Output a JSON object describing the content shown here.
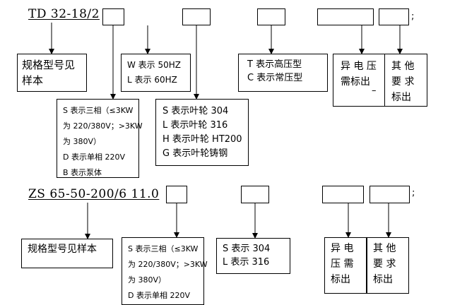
{
  "diagram_1": {
    "model_code": "TD 32-18/2",
    "terminator": ";",
    "box_model_ref": [
      "规格型号见",
      "样本"
    ],
    "box_frequency": [
      "W 表示 50HZ",
      "L 表示 60HZ"
    ],
    "box_pressure": [
      "T 表示高压型",
      "C 表示常压型"
    ],
    "box_special_pressure": [
      "异 电 压",
      "需标出"
    ],
    "box_special_pressure_mark": "–",
    "box_other_requirements": [
      "其   他",
      "要   求",
      "标出"
    ],
    "box_motor": [
      "S 表示三相（≤3KW",
      "为 220/380V；>3KW",
      "为 380V）",
      "D 表示单相 220V",
      "B 表示泵体"
    ],
    "box_impeller": [
      "S 表示叶轮 304",
      "L 表示叶轮 316",
      "H 表示叶轮 HT200",
      "G 表示叶轮铸钢"
    ]
  },
  "diagram_2": {
    "model_code": "ZS 65-50-200/6 11.0",
    "terminator": ";",
    "box_model_ref": [
      "规格型号见样本"
    ],
    "box_motor": [
      "S 表示三相（≤3KW",
      "为 220/380V；>3KW",
      "为 380V）",
      "D 表示单相 220V"
    ],
    "box_material": [
      "S 表示 304",
      "L 表示 316"
    ],
    "box_special_pressure": [
      "异   电",
      "压   需",
      "标出"
    ],
    "box_other_requirements": [
      "其   他",
      "要   求",
      "标出"
    ]
  }
}
